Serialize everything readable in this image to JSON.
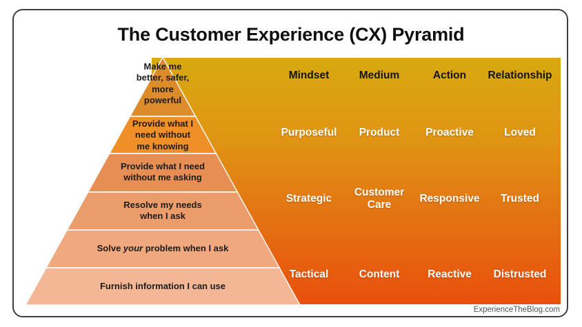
{
  "title": "The Customer Experience (CX) Pyramid",
  "footer": {
    "credit": "ExperienceTheBlog.com"
  },
  "colors": {
    "frame_border": "#3E3E3E",
    "panel_gradient_top": "#D7A90F",
    "panel_gradient_upper_mid": "#DF9513",
    "panel_gradient_lower_mid": "#E37413",
    "panel_gradient_bottom": "#E9500C"
  },
  "pyramid": {
    "levels": [
      {
        "label": "Make me better, safer, more powerful",
        "color": "#DD8C2B",
        "lines": [
          "Make me",
          "better, safer,",
          "more",
          "powerful"
        ]
      },
      {
        "label": "Provide what I need without me knowing",
        "color": "#EE9027",
        "lines": [
          "Provide what I",
          "need without",
          "me knowing"
        ]
      },
      {
        "label": "Provide what I need without me asking",
        "color": "#E78E55",
        "lines": [
          "Provide what I need",
          "without me asking"
        ]
      },
      {
        "label": "Resolve my needs when I ask",
        "color": "#EB9C6B",
        "lines": [
          "Resolve my needs",
          "when I ask"
        ]
      },
      {
        "label": "Solve your problem when I ask",
        "color": "#F0A87E",
        "pre": "Solve",
        "italic": "your",
        "post": "problem when I ask"
      },
      {
        "label": "Furnish information I can use",
        "color": "#F4B795",
        "lines": [
          "Furnish information I can use"
        ]
      }
    ]
  },
  "matrix": {
    "columns": [
      "Mindset",
      "Medium",
      "Action",
      "Relationship"
    ],
    "rows": [
      {
        "cells": [
          "Purposeful",
          "Product",
          "Proactive",
          "Loved"
        ]
      },
      {
        "cells": [
          "Strategic",
          "Customer\nCare",
          "Responsive",
          "Trusted"
        ]
      },
      {
        "cells": [
          "Tactical",
          "Content",
          "Reactive",
          "Distrusted"
        ]
      }
    ]
  }
}
